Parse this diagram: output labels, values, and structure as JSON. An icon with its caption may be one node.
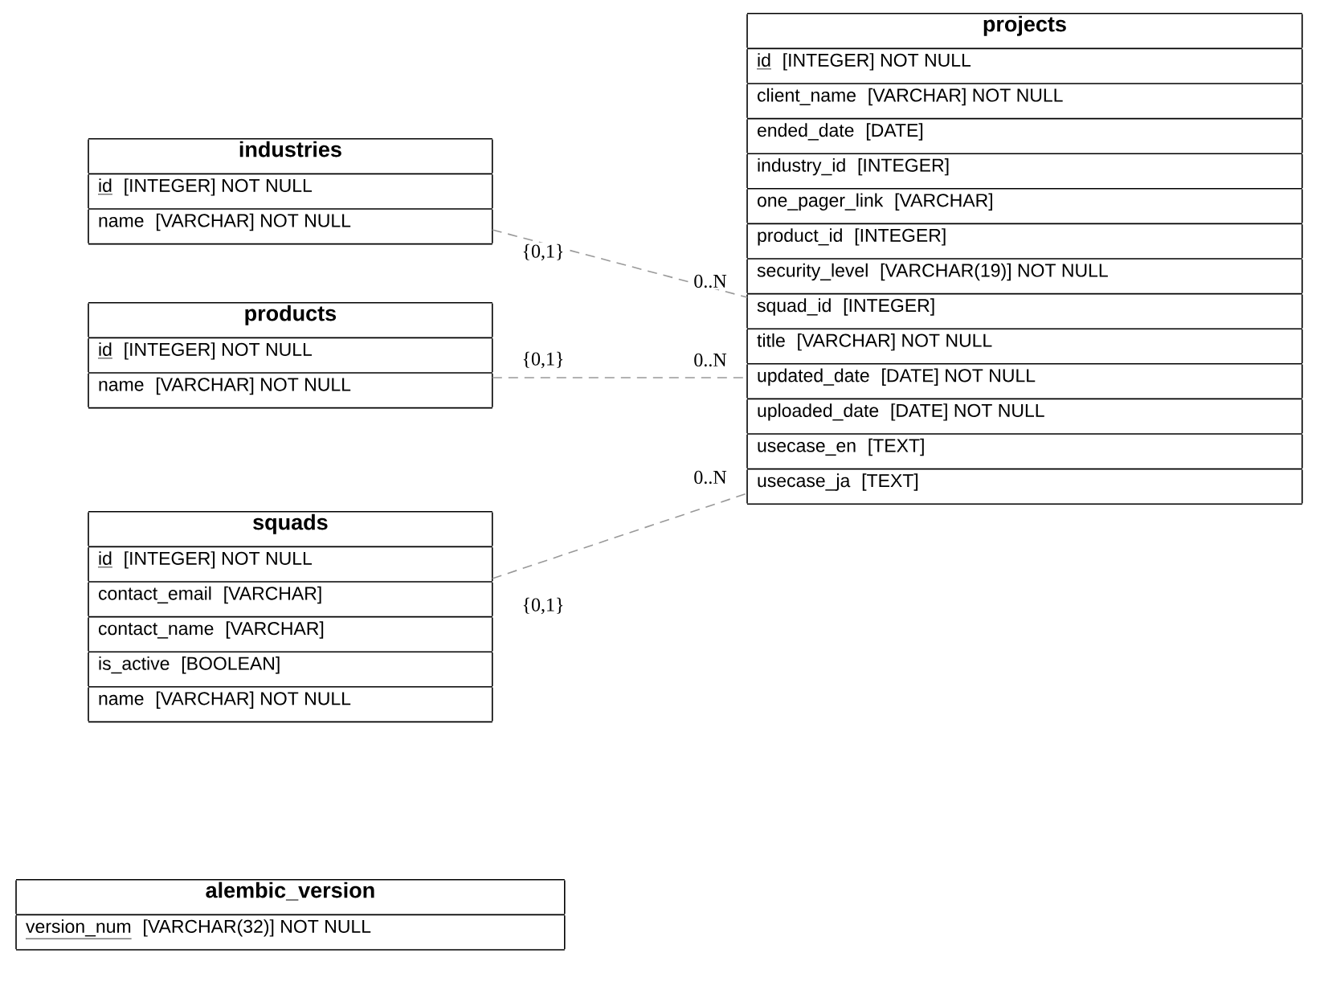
{
  "diagram": {
    "nodes": [
      {
        "text": [
          "industries",
          "id",
          "[INTEGER] NOT NULL",
          "name",
          "[VARCHAR] NOT NULL"
        ]
      },
      {
        "text": [
          "products",
          "id",
          "[INTEGER] NOT NULL",
          "name",
          "[VARCHAR] NOT NULL"
        ]
      },
      {
        "text": [
          "squads",
          "id",
          "[INTEGER] NOT NULL",
          "contact_email",
          "[VARCHAR]",
          "contact_name",
          "[VARCHAR]",
          "is_active",
          "[BOOLEAN]",
          "name",
          "[VARCHAR] NOT NULL"
        ]
      },
      {
        "text": [
          "alembic_version",
          "version_num",
          "[VARCHAR(32)] NOT NULL"
        ]
      },
      {
        "text": [
          "projects",
          "id",
          "[INTEGER] NOT NULL",
          "client_name",
          "[VARCHAR] NOT NULL",
          "ended_date",
          "[DATE]",
          "industry_id",
          "[INTEGER]",
          "one_pager_link",
          "[VARCHAR]",
          "product_id",
          "[INTEGER]",
          "security_level",
          "[VARCHAR(19)] NOT NULL",
          "squad_id",
          "[INTEGER]",
          "title",
          "[VARCHAR] NOT NULL",
          "updated_date",
          "[DATE] NOT NULL",
          "uploaded_date",
          "[DATE] NOT NULL",
          "usecase_en",
          "[TEXT]",
          "usecase_ja",
          "[TEXT]"
        ]
      }
    ],
    "edges": [
      {
        "from": 0,
        "to": 4,
        "arrow": "none",
        "style": "dashed"
      },
      {
        "from": 1,
        "to": 4,
        "arrow": "none",
        "style": "dashed"
      },
      {
        "from": 2,
        "to": 4,
        "arrow": "none",
        "style": "dashed"
      }
    ],
    "labels": [
      "{0,1}",
      "0..N",
      "{0,1}",
      "0..N",
      "0..N",
      "{0,1}"
    ]
  }
}
